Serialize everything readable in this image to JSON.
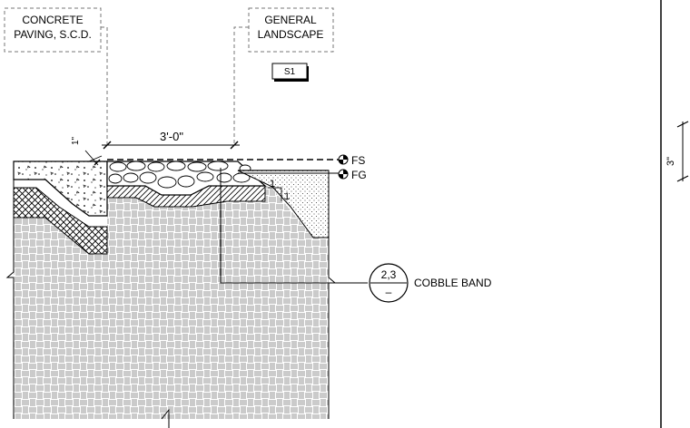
{
  "callouts": {
    "concrete": {
      "line1": "CONCRETE",
      "line2": "PAVING, S.C.D."
    },
    "landscape": {
      "line1": "GENERAL",
      "line2": "LANDSCAPE"
    }
  },
  "tag": "S1",
  "dimensions": {
    "width": "3'-0\"",
    "right_dim": "3\"",
    "small_dim": "1\""
  },
  "slope": {
    "rise": "1",
    "run": "1"
  },
  "levels": {
    "finish_surface": "FS",
    "finish_grade": "FG"
  },
  "detail": {
    "ref_top": "2,3",
    "ref_bottom": "–",
    "name": "COBBLE BAND"
  },
  "colors": {
    "line": "#000000",
    "hatch": "#555555",
    "background": "#ffffff"
  }
}
